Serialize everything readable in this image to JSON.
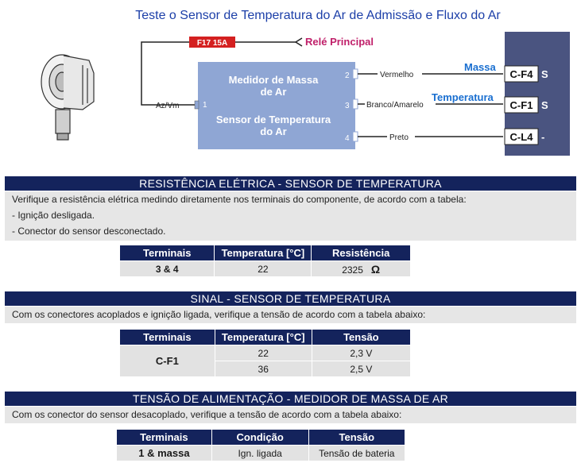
{
  "title": "Teste o Sensor de Temperatura do Ar de Admissão e Fluxo do Ar",
  "diagram": {
    "fuse": "F17 15A",
    "relay": "Relé Principal",
    "component_top": "Medidor de Massa",
    "component_top2": "de Ar",
    "component_bottom": "Sensor de Temperatura",
    "component_bottom2": "do Ar",
    "pin1": "1",
    "pin2": "2",
    "pin3": "3",
    "pin4": "4",
    "wire1": "Az/Vm",
    "wire2": "Vermelho",
    "wire3": "Branco/Amarelo",
    "wire4": "Preto",
    "label_massa": "Massa",
    "label_temperatura": "Temperatura",
    "conn1": "C-F4",
    "conn2": "C-F1",
    "conn3": "C-L4",
    "conn1_type": "S",
    "conn2_type": "S",
    "conn3_type": "-",
    "colors": {
      "component": "#8fa6d4",
      "ecu": "#4a5480",
      "fuse": "#d42020",
      "relay": "#c0206a",
      "label": "#1a6fd0"
    }
  },
  "section1": {
    "header": "RESISTÊNCIA ELÉTRICA - SENSOR DE TEMPERATURA",
    "lines": [
      "Verifique a resistência elétrica medindo diretamente nos terminais do componente, de acordo com a tabela:",
      "- Ignição desligada.",
      "- Conector do sensor desconectado."
    ],
    "table": {
      "headers": [
        "Terminais",
        "Temperatura [°C]",
        "Resistência"
      ],
      "row": {
        "terminais": "3 & 4",
        "temperatura": "22",
        "resistencia": "2325",
        "unit": "Ω"
      }
    }
  },
  "section2": {
    "header": "SINAL - SENSOR DE TEMPERATURA",
    "line": "Com os conectores acoplados e ignição ligada, verifique a tensão de acordo com a tabela abaixo:",
    "table": {
      "headers": [
        "Terminais",
        "Temperatura [°C]",
        "Tensão"
      ],
      "terminal": "C-F1",
      "rows": [
        {
          "temperatura": "22",
          "tensao": "2,3 V"
        },
        {
          "temperatura": "36",
          "tensao": "2,5 V"
        }
      ]
    }
  },
  "section3": {
    "header": "TENSÃO DE ALIMENTAÇÃO - MEDIDOR DE MASSA DE AR",
    "line": "Com os conector do sensor  desacoplado, verifique a tensão de acordo com a tabela abaixo:",
    "table": {
      "headers": [
        "Terminais",
        "Condição",
        "Tensão"
      ],
      "row": {
        "terminais": "1 & massa",
        "condicao": "Ign. ligada",
        "tensao": "Tensão de bateria"
      }
    }
  }
}
